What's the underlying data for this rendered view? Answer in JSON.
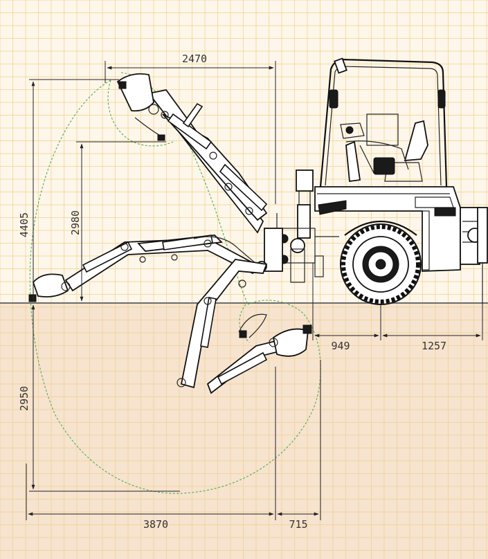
{
  "colors": {
    "background_upper": "#fdf6ea",
    "background_lower": "#f6e3d0",
    "grid": "#f2cf86",
    "ground": "#6b6b6b",
    "reach_envelope": "#4caf50",
    "linework": "#111111"
  },
  "dimensions": {
    "boom_horizontal_reach": "2470",
    "max_height": "4405",
    "loading_height": "2980",
    "digging_depth": "2950",
    "reach_left": "3870",
    "reach_right": "715",
    "pivot_to_axle": "949",
    "axle_to_rear": "1257"
  }
}
